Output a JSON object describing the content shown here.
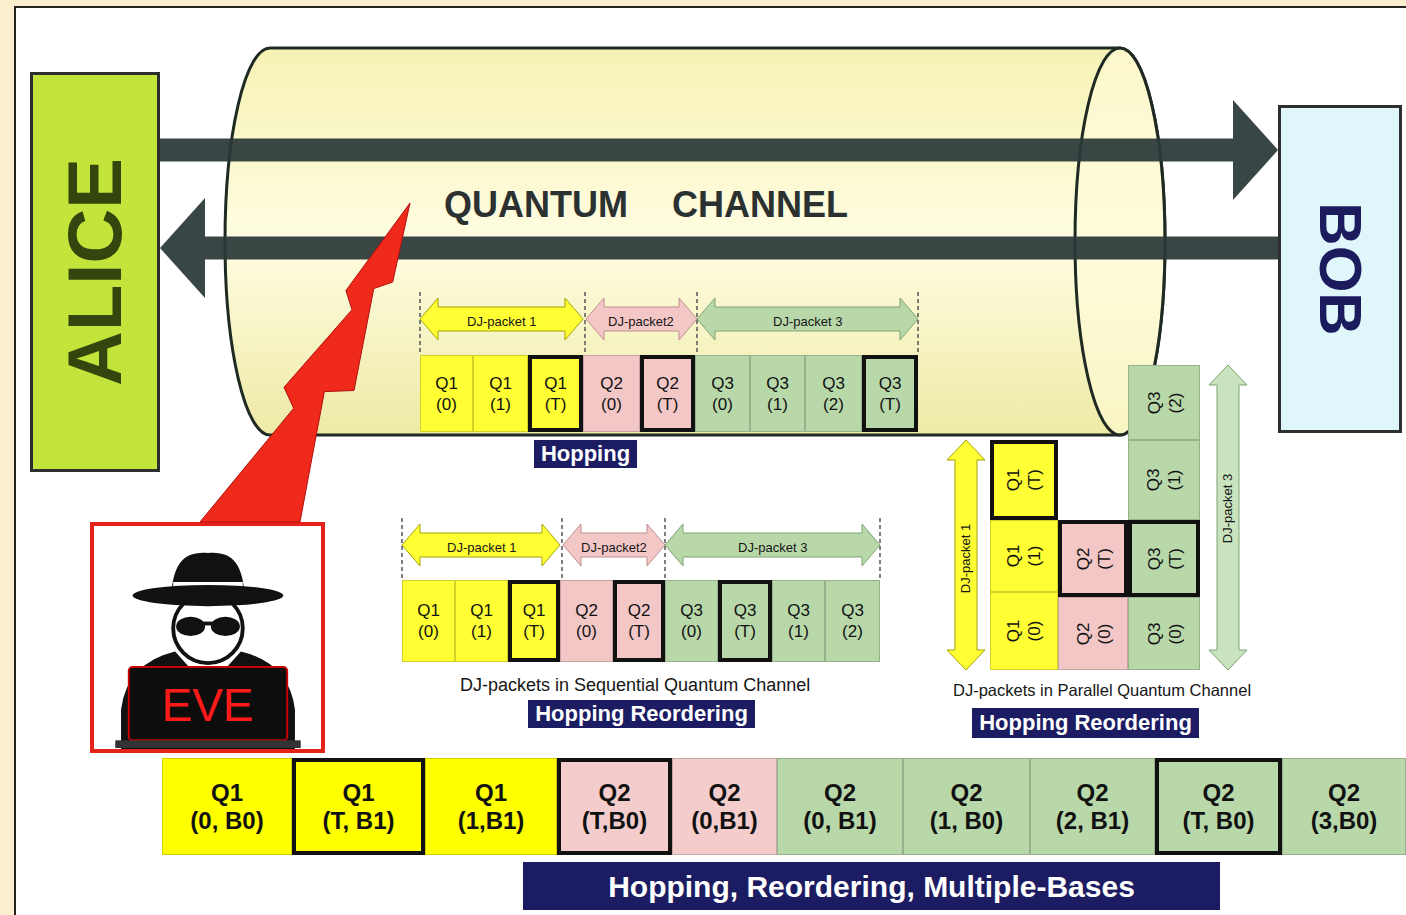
{
  "diagram": {
    "nodes": [
      {
        "text": [
          "ALICE"
        ]
      },
      {
        "text": [
          "QUANTUM CHANNEL"
        ]
      },
      {
        "text": [
          "Q1 (0)"
        ],
        "in": 1
      },
      {
        "text": [
          "Q1 (1)"
        ],
        "in": 1
      },
      {
        "text": [
          "Q1 (T)"
        ],
        "in": 1
      },
      {
        "text": [
          "Q2 (0)"
        ],
        "in": 1
      },
      {
        "text": [
          "Q2 (T)"
        ],
        "in": 1
      },
      {
        "text": [
          "Q3 (0)"
        ],
        "in": 1
      },
      {
        "text": [
          "Q3 (1)"
        ],
        "in": 1
      },
      {
        "text": [
          "Q3 (2)"
        ],
        "in": 1
      },
      {
        "text": [
          "Q3 (T)"
        ],
        "in": 1
      },
      {
        "text": [
          "BOB"
        ]
      },
      {
        "text": [
          "Hopping"
        ]
      },
      {
        "text": [
          "Q1 (0)"
        ]
      },
      {
        "text": [
          "Q1 (1)"
        ]
      },
      {
        "text": [
          "Q1 (T)"
        ]
      },
      {
        "text": [
          "Q2 (0)"
        ]
      },
      {
        "text": [
          "Q2 (T)"
        ]
      },
      {
        "text": [
          "Q3 (0)"
        ]
      },
      {
        "text": [
          "Q3 (T)"
        ]
      },
      {
        "text": [
          "Q3 (1)"
        ]
      },
      {
        "text": [
          "Q3 (2)"
        ]
      },
      {
        "text": [
          "Hopping Reordering"
        ]
      },
      {
        "text": [
          "Q1 (T)"
        ]
      },
      {
        "text": [
          "Q1 (1)"
        ]
      },
      {
        "text": [
          "Q1 (0)"
        ]
      },
      {
        "text": [
          "Q2 (T)"
        ]
      },
      {
        "text": [
          "Q2 (0)"
        ]
      },
      {
        "text": [
          "Q3 (2)"
        ]
      },
      {
        "text": [
          "Q3 (1)"
        ]
      },
      {
        "text": [
          "Q3 (T)"
        ]
      },
      {
        "text": [
          "Q3 (0)"
        ]
      },
      {
        "text": [
          "Hopping Reordering"
        ]
      },
      {
        "text": [
          "EVE"
        ]
      },
      {
        "text": [
          "Q1 (0, B0)"
        ]
      },
      {
        "text": [
          "Q1 (T, B1)"
        ]
      },
      {
        "text": [
          "Q1 (1,B1)"
        ]
      },
      {
        "text": [
          "Q2 (T,B0)"
        ]
      },
      {
        "text": [
          "Q2 (0,B1)"
        ]
      },
      {
        "text": [
          "Q2 (0, B1)"
        ]
      },
      {
        "text": [
          "Q2 (1, B0)"
        ]
      },
      {
        "text": [
          "Q2 (2, B1)"
        ]
      },
      {
        "text": [
          "Q2 (T, B0)"
        ]
      },
      {
        "text": [
          "Q2 (3,B0)"
        ]
      },
      {
        "text": [
          "Hopping, Reordering, Multiple-Bases"
        ]
      }
    ],
    "edges": [
      {
        "from": 0,
        "to": 11,
        "arrow": "to"
      },
      {
        "from": 11,
        "to": 0,
        "arrow": "to"
      },
      {
        "from": 33,
        "to": 1,
        "arrow": "to"
      }
    ],
    "labels": [
      "DJ-packet 1",
      "DJ-packet2",
      "DJ-packet 3",
      "DJ-packet 1",
      "DJ-packet2",
      "DJ-packet 3",
      "DJ-packets in Sequential Quantum Channel",
      "DJ-packet 1",
      "DJ-packet 3",
      "DJ-packets in Parallel Quantum Channel"
    ]
  }
}
